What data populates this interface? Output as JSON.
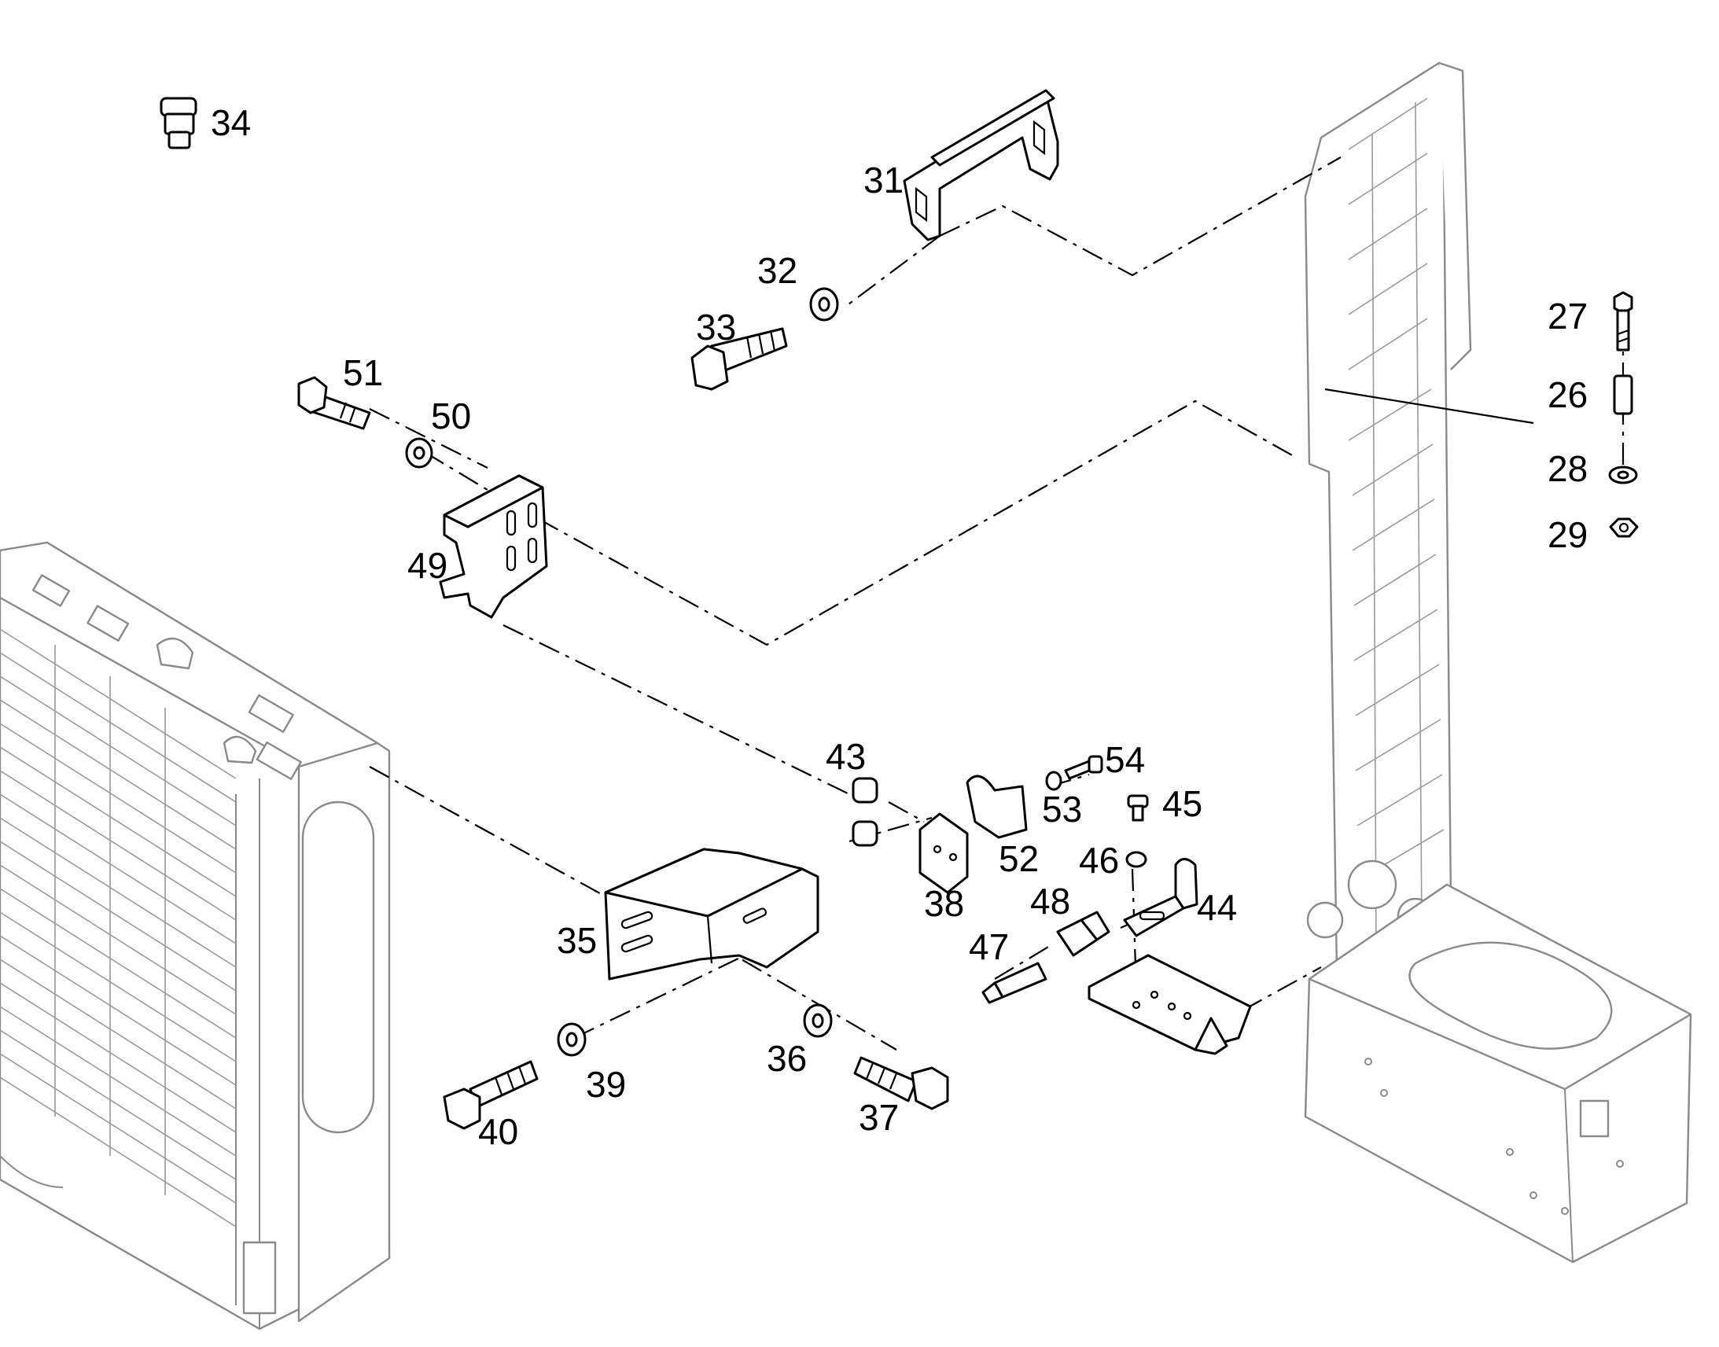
{
  "callouts": {
    "c26": "26",
    "c27": "27",
    "c28": "28",
    "c29": "29",
    "c31": "31",
    "c32": "32",
    "c33": "33",
    "c34": "34",
    "c35": "35",
    "c36": "36",
    "c37": "37",
    "c38": "38",
    "c39": "39",
    "c40": "40",
    "c43": "43",
    "c44": "44",
    "c45": "45",
    "c46": "46",
    "c47": "47",
    "c48": "48",
    "c49": "49",
    "c50": "50",
    "c51": "51",
    "c52": "52",
    "c53": "53",
    "c54": "54"
  },
  "colors": {
    "line": "#000000",
    "assembly": "#8a8a8a",
    "background": "#ffffff"
  }
}
